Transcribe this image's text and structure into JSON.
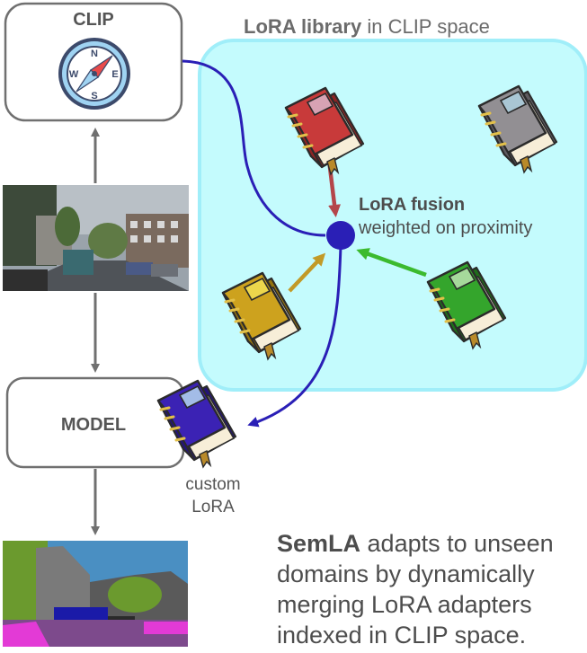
{
  "clip_box": {
    "label": "CLIP"
  },
  "model_box": {
    "label": "MODEL"
  },
  "library": {
    "title_bold": "LoRA library",
    "title_rest": " in CLIP space",
    "fill_color": "#c4fbfd",
    "border_color": "#a0eef9"
  },
  "fusion": {
    "title": "LoRA fusion",
    "subtitle": "weighted on proximity",
    "node_color": "#2a1fb6"
  },
  "custom_lora": {
    "line1": "custom",
    "line2": "LoRA"
  },
  "caption": {
    "bold": "SemLA",
    "lines": [
      " adapts to unseen",
      "domains by dynamically",
      "merging LoRA adapters",
      "indexed in CLIP space."
    ]
  },
  "books": [
    {
      "name": "red",
      "cover": "#c83a3a",
      "dark": "#8e2424",
      "label": "#d7a2b3"
    },
    {
      "name": "gray",
      "cover": "#928f93",
      "dark": "#5f5c61",
      "label": "#a9c6d4"
    },
    {
      "name": "yellow",
      "cover": "#cda21e",
      "dark": "#94730f",
      "label": "#ecd64c"
    },
    {
      "name": "green",
      "cover": "#34a52c",
      "dark": "#1f6f1a",
      "label": "#a6d99b"
    },
    {
      "name": "custom",
      "cover": "#3b22b4",
      "dark": "#24137a",
      "label": "#a3bce7"
    }
  ],
  "arrow_colors": {
    "flow": "#707070",
    "clip_path": "#2a1fb6",
    "red": "#b4464a",
    "yellow": "#c29a27",
    "green": "#3cba2e"
  },
  "icons": [
    "compass-icon",
    "street-photo",
    "segmentation-map"
  ]
}
